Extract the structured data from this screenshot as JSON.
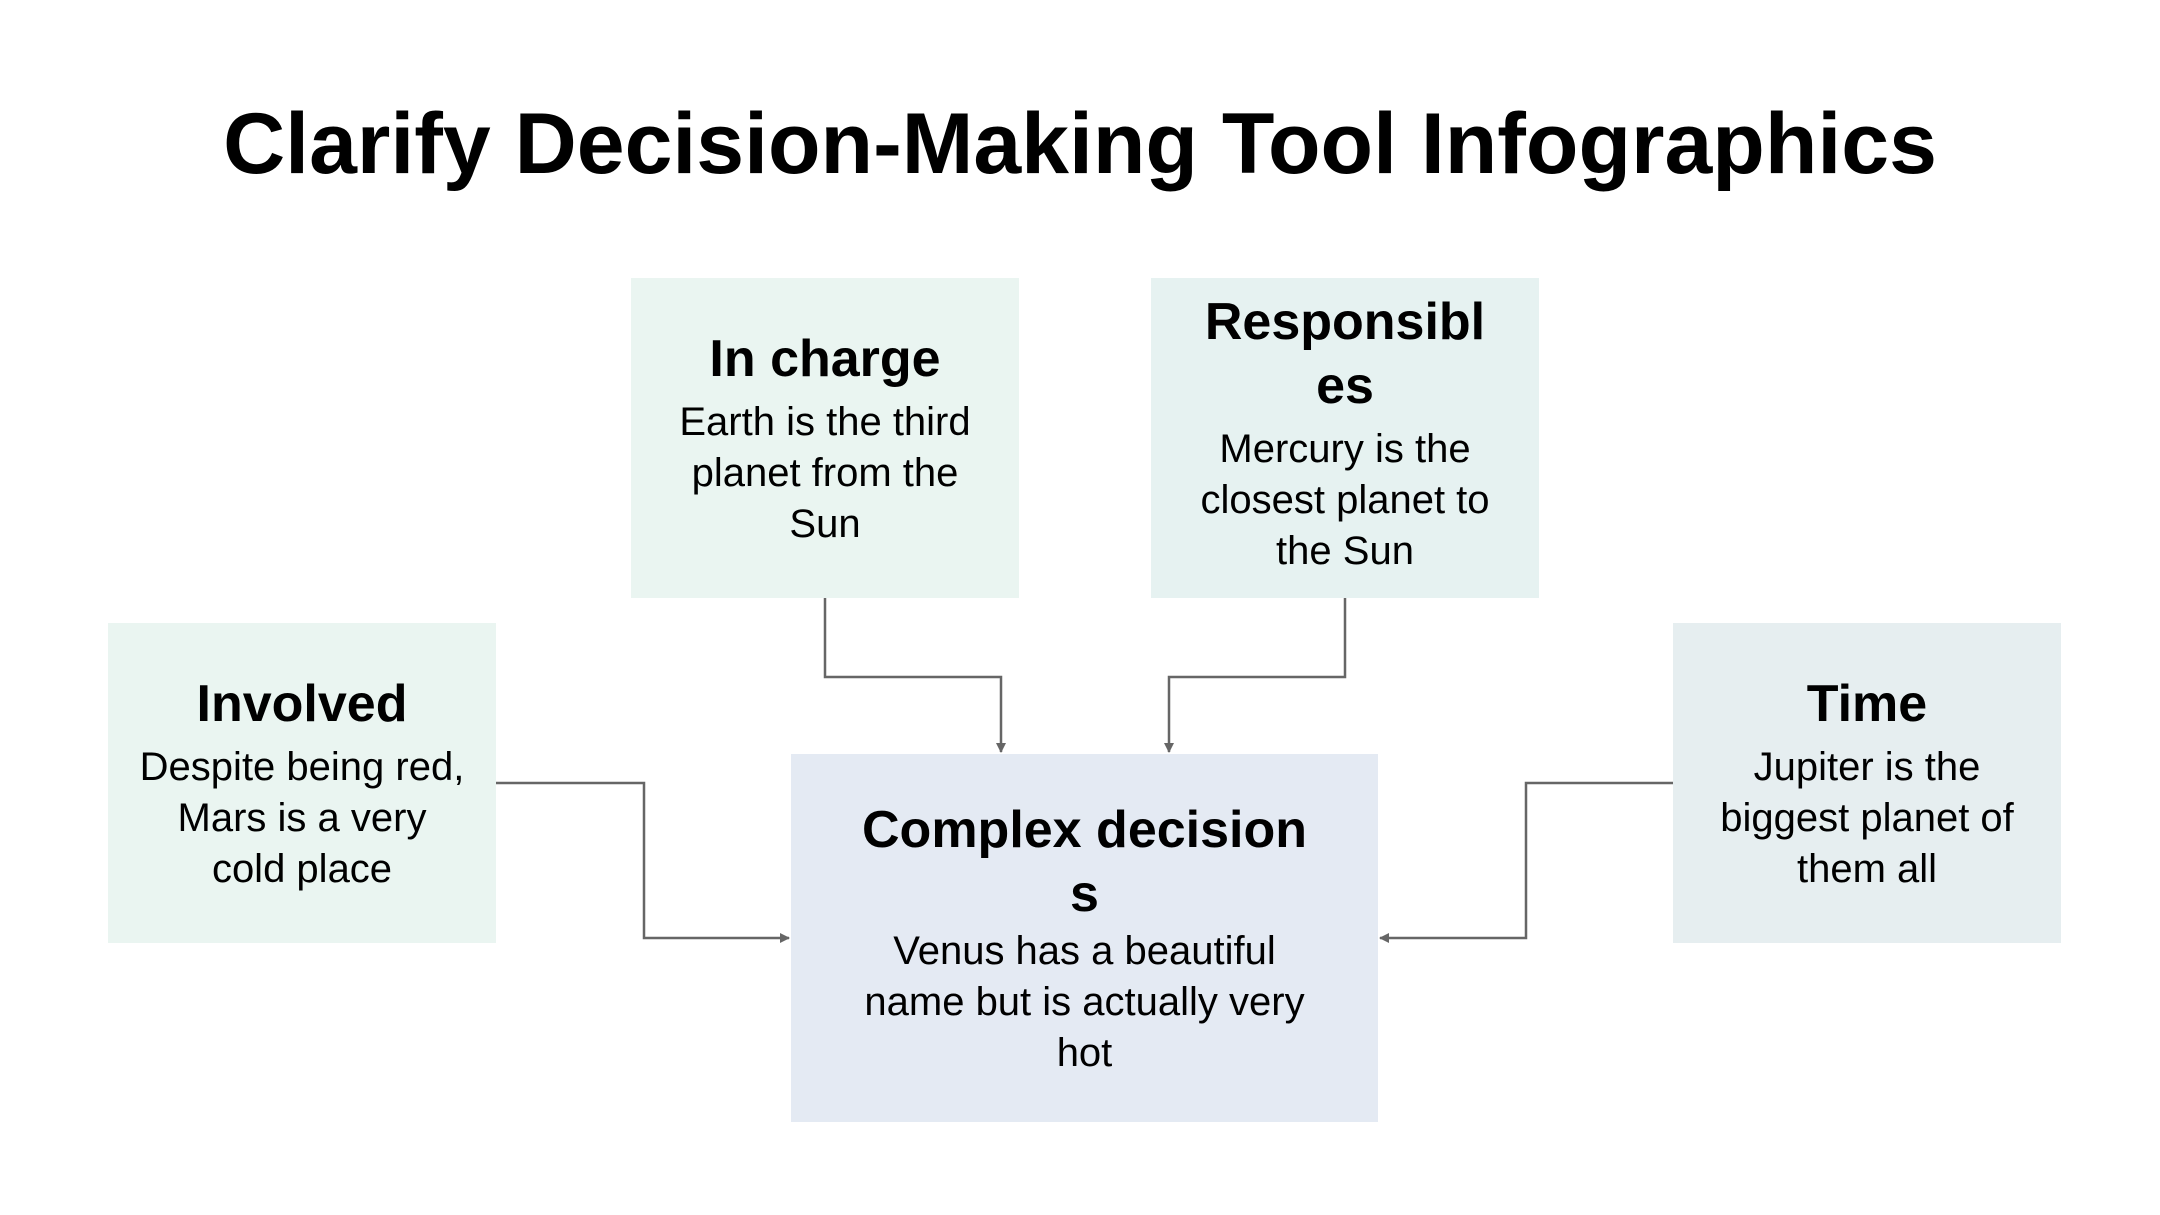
{
  "title": "Clarify Decision-Making Tool Infographics",
  "colors": {
    "background": "#ffffff",
    "card_mint": "#eaf5f1",
    "card_teal": "#e6f2f1",
    "card_blue": "#e4eaf3",
    "card_slate": "#e6eef0",
    "connector": "#666666",
    "text": "#000000"
  },
  "cards": {
    "in_charge": {
      "heading": "In charge",
      "body": "Earth is the third planet from the Sun"
    },
    "responsible": {
      "heading": "Responsibles",
      "body": "Mercury is the closest planet to the Sun"
    },
    "involved": {
      "heading": "Involved",
      "body": "Despite being red, Mars is a very cold place"
    },
    "time": {
      "heading": "Time",
      "body": "Jupiter is the biggest planet of them all"
    },
    "complex": {
      "heading": "Complex decisions",
      "body": "Venus has a beautiful name but is actually very hot"
    }
  }
}
